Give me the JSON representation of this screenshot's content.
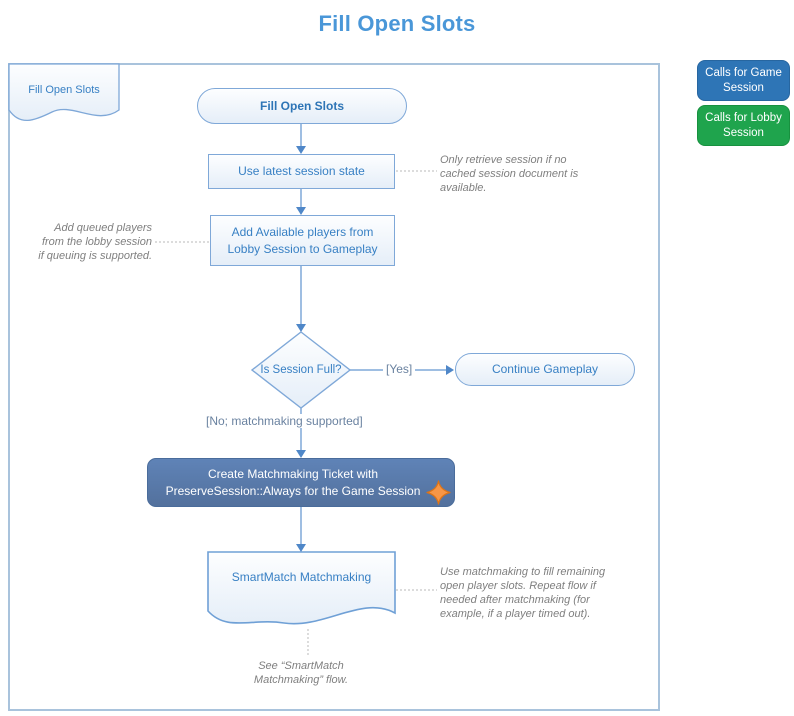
{
  "title": "Fill Open Slots",
  "frame": {
    "label": "Fill Open Slots"
  },
  "nodes": {
    "start": "Fill Open Slots",
    "use_latest": "Use latest session state",
    "add_players": "Add Available players from Lobby Session to Gameplay",
    "decision": "Is Session Full?",
    "continue_gameplay": "Continue Gameplay",
    "create_ticket": "Create Matchmaking Ticket with PreserveSession::Always for the Game Session",
    "smartmatch": "SmartMatch Matchmaking"
  },
  "edge_labels": {
    "yes": "[Yes]",
    "no": "[No; matchmaking supported]"
  },
  "annotations": {
    "use_latest": "Only retrieve session if no cached session document is available.",
    "add_players": "Add queued players from the lobby session if queuing is supported.",
    "smartmatch": "Use matchmaking to fill remaining open player slots. Repeat flow if needed after matchmaking (for example, if a player timed out).",
    "see_flow": "See “SmartMatch Matchmaking” flow."
  },
  "legend": {
    "game": {
      "label": "Calls for Game Session",
      "color": "#2E75B6"
    },
    "lobby": {
      "label": "Calls for Lobby Session",
      "color": "#1FA44D"
    }
  },
  "icons": {
    "sparkle": "four-point-sparkle ✦"
  },
  "colors": {
    "title_blue": "#4A97D8",
    "shape_border_blue": "#7FA8D8",
    "shape_text_blue": "#3880C4",
    "frame_border": "#A9C3DC",
    "highlight_box_blue": "#5878AD",
    "sparkle_orange": "#F79646",
    "annotation_gray": "#7F7F7F",
    "edge_label_gray_blue": "#6A82A0"
  }
}
